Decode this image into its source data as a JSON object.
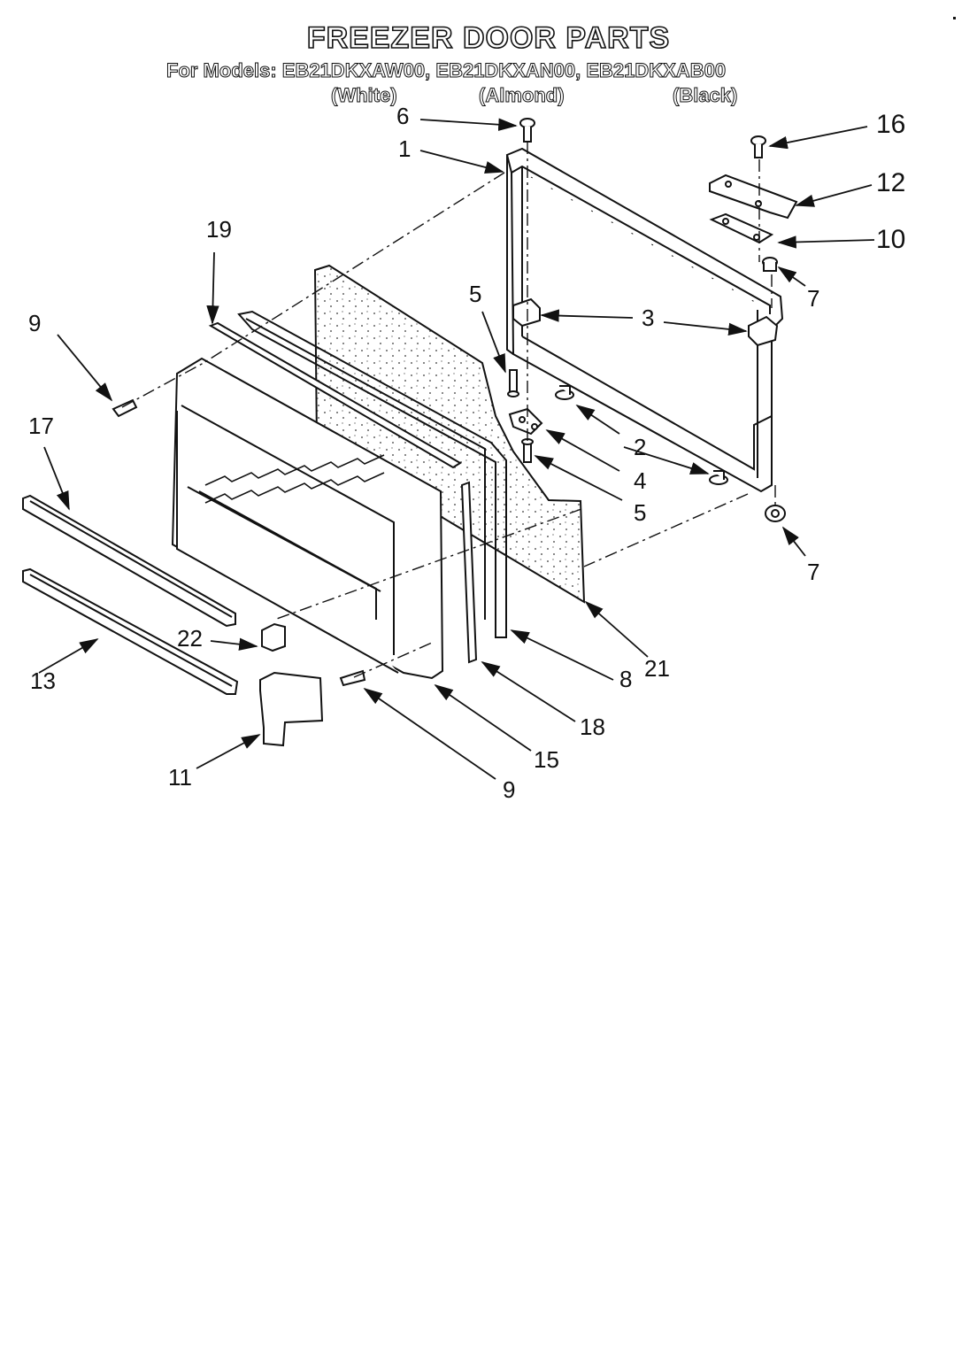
{
  "header": {
    "title": "FREEZER DOOR PARTS",
    "models_line": "For Models: EB21DKXAW00, EB21DKXAN00, EB21DKXAB00",
    "finish_white": "(White)",
    "finish_almond": "(Almond)",
    "finish_black": "(Black)"
  },
  "callouts": {
    "c1": "1",
    "c2": "2",
    "c3": "3",
    "c4": "4",
    "c5a": "5",
    "c5b": "5",
    "c6": "6",
    "c7a": "7",
    "c7b": "7",
    "c8": "8",
    "c9a": "9",
    "c9b": "9",
    "c10": "10",
    "c11": "11",
    "c12": "12",
    "c13": "13",
    "c15": "15",
    "c16": "16",
    "c17": "17",
    "c18": "18",
    "c19": "19",
    "c21": "21",
    "c22": "22"
  }
}
